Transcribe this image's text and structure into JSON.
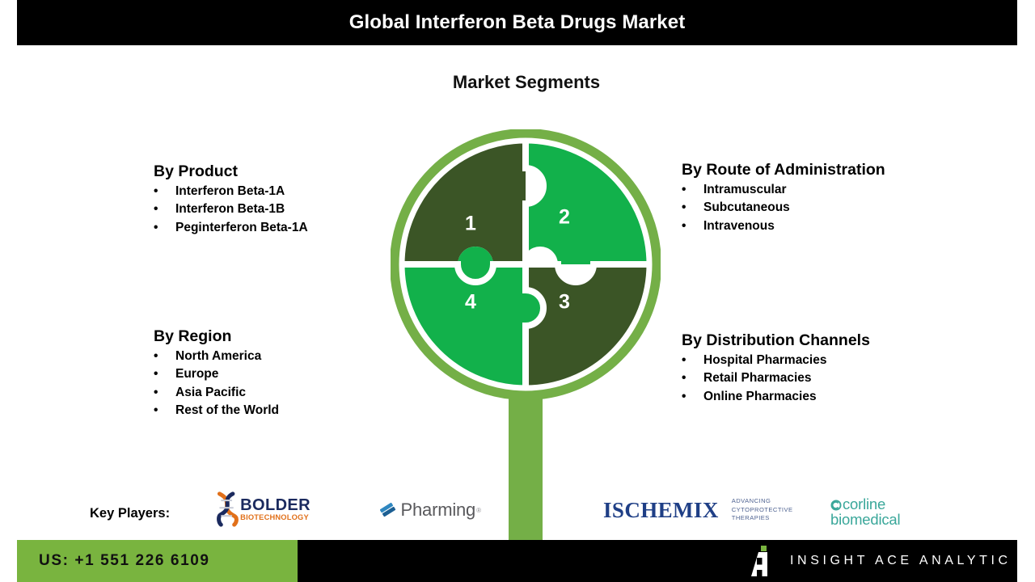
{
  "header": {
    "title": "Global Interferon Beta Drugs Market"
  },
  "subtitle": "Market Segments",
  "segments": [
    {
      "id": "by-product",
      "title": "By Product",
      "bullet": "•",
      "items": [
        "Interferon Beta-1A",
        "Interferon Beta-1B",
        "Peginterferon Beta-1A"
      ]
    },
    {
      "id": "by-route-of-administration",
      "title": "By Route of Administration",
      "bullet": "•",
      "items": [
        "Intramuscular",
        "Subcutaneous",
        "Intravenous"
      ]
    },
    {
      "id": "by-region",
      "title": "By Region",
      "bullet": "•",
      "items": [
        "North America",
        "Europe",
        "Asia Pacific",
        "Rest of the World"
      ]
    },
    {
      "id": "by-distribution-channels",
      "title": "By Distribution Channels",
      "bullet": "•",
      "items": [
        "Hospital Pharmacies",
        "Retail Pharmacies",
        "Online Pharmacies"
      ]
    }
  ],
  "magnifier": {
    "icon": "magnifying-glass-puzzle-icon",
    "ring_color": "#74af47",
    "handle_color": "#74af47",
    "quadrants": [
      {
        "number": "1",
        "color": "#3b5526"
      },
      {
        "number": "2",
        "color": "#12b14b"
      },
      {
        "number": "3",
        "color": "#3b5526"
      },
      {
        "number": "4",
        "color": "#12b14b"
      }
    ]
  },
  "key_players": {
    "label": "Key Players:",
    "logos": [
      {
        "id": "bolder-biotechnology",
        "main": "BOLDER",
        "sub": "BIOTECHNOLOGY",
        "icon": "dna-helix-icon",
        "main_color": "#1b2a5e",
        "sub_color": "#e1701a"
      },
      {
        "id": "pharming",
        "main": "Pharming",
        "trademark": "®",
        "icon": "blue-diamond-icon",
        "main_color": "#59595c",
        "icon_color": "#1c6fad"
      },
      {
        "id": "ischemix",
        "main": "ISCHEMIX",
        "sub_line1": "ADVANCING",
        "sub_line2": "CYTOPROTECTIVE",
        "sub_line3": "THERAPIES",
        "main_color": "#1f3f86",
        "sub_color": "#4f6391"
      },
      {
        "id": "corline-biomedical",
        "line1": "corline",
        "line2": "biomedical",
        "icon": "circle-c-icon",
        "color": "#3aa79a"
      }
    ]
  },
  "footer": {
    "phone": "US: +1 551 226 6109",
    "brand": "INSIGHT ACE ANALYTIC",
    "brand_icon": "insight-ace-a-logo-icon",
    "green_color": "#79b43f",
    "bar_color": "#000000"
  }
}
